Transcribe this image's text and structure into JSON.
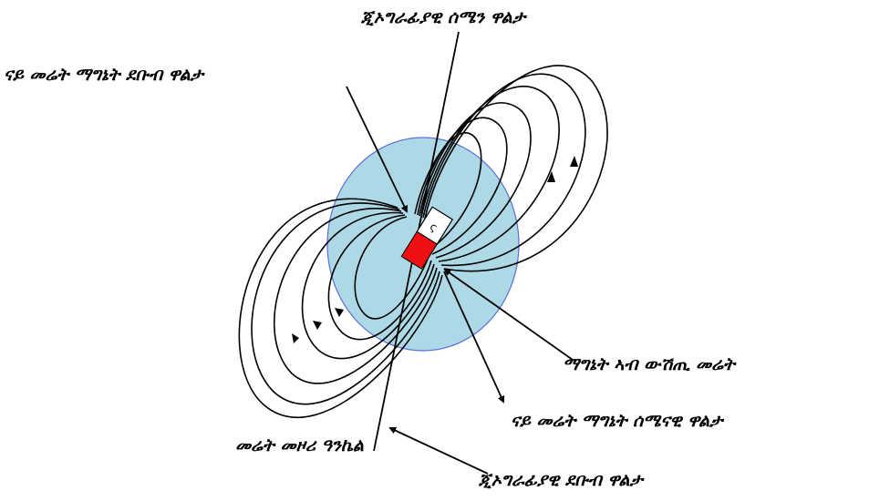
{
  "labels": {
    "geographic_north": "ጂኦግራፊያዊ ሰሜን ዋልታ",
    "magnetic_south": "ናይ መሬት ማግኔት ደቡብ ዋልታ",
    "magnet_inside": "ማግኔት ኣብ ውሽጢ መሬት",
    "magnetic_north": "ናይ መሬት ማግኔት ሰሜናዊ ዋልታ",
    "rotation_axis": "መሬት መዞሪ ዓንኬል",
    "geographic_south": "ጂኦግራፊያዊ ደቡብ ዋልታ"
  },
  "magnet": {
    "pole_letter": "ς"
  },
  "colors": {
    "earth_fill": "#add8e6",
    "earth_stroke": "#5b6fd6",
    "magnet_north_fill": "#ee1111",
    "magnet_south_fill": "#ffffff",
    "line": "#000000"
  }
}
